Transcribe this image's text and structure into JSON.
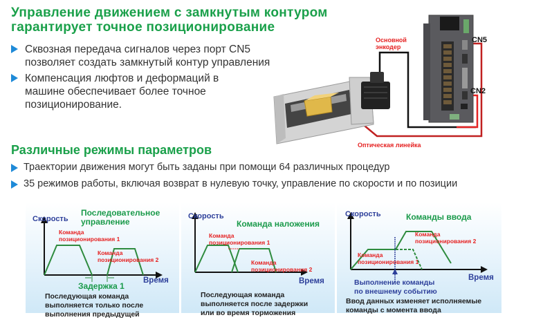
{
  "section1": {
    "title_line1": "Управление движением с замкнутым контуром",
    "title_line2": "гарантирует точное позиционирование",
    "bullets": [
      {
        "line1": "Сквозная передача сигналов через порт CN5",
        "line2": "позволяет создать замкнутый контур управления"
      },
      {
        "line1": "Компенсация люфтов и деформаций в",
        "line2": "машине обеспечивает более точное",
        "line3": "позиционирование."
      }
    ],
    "diagram": {
      "encoder_label_line1": "Основной",
      "encoder_label_line2": "энкодер",
      "linear_scale_label": "Оптическая линейка",
      "port_cn5": "CN5",
      "port_cn2": "CN2"
    }
  },
  "section2": {
    "title": "Различные режимы параметров",
    "bullets": [
      "Траектории движения могут быть заданы при помощи 64 различных процедур",
      "35 режимов работы, включая возврат в нулевую точку, управление по скорости и по позиции"
    ]
  },
  "panels": [
    {
      "y_label": "Скорость",
      "x_label": "Время",
      "title_line1": "Последовательное",
      "title_line2": "управление",
      "cmd1": [
        "Команда",
        "позиционирования 1"
      ],
      "cmd2": [
        "Команда",
        "позиционирования 2"
      ],
      "extra": "Задержка 1",
      "caption": [
        "Последующая команда",
        "выполняется только после",
        "выполнения предыдущей"
      ]
    },
    {
      "y_label": "Скорость",
      "x_label": "Время",
      "title_line1": "Команда наложения",
      "cmd1": [
        "Команда",
        "позиционирования 1"
      ],
      "cmd2": [
        "Команда",
        "позиционирования 2"
      ],
      "caption": [
        "Последующая команда",
        "выполняется после задержки",
        "или во время торможения"
      ]
    },
    {
      "y_label": "Скорость",
      "x_label": "Время",
      "title_line1": "Команды ввода",
      "cmd1": [
        "Команда",
        "позиционирования 1"
      ],
      "cmd2": [
        "Команда",
        "позиционирования 2"
      ],
      "extra": [
        "Выполнение команды",
        "по внешнему событию"
      ],
      "caption": [
        "Ввод данных изменяет исполняемые",
        "команды с момента ввода"
      ]
    }
  ],
  "colors": {
    "title_green": "#1aa04a",
    "bullet_blue": "#1e8ad8",
    "label_red": "#e52222",
    "axis_blue": "#2d3f9a",
    "curve_green": "#2e8b3e"
  }
}
